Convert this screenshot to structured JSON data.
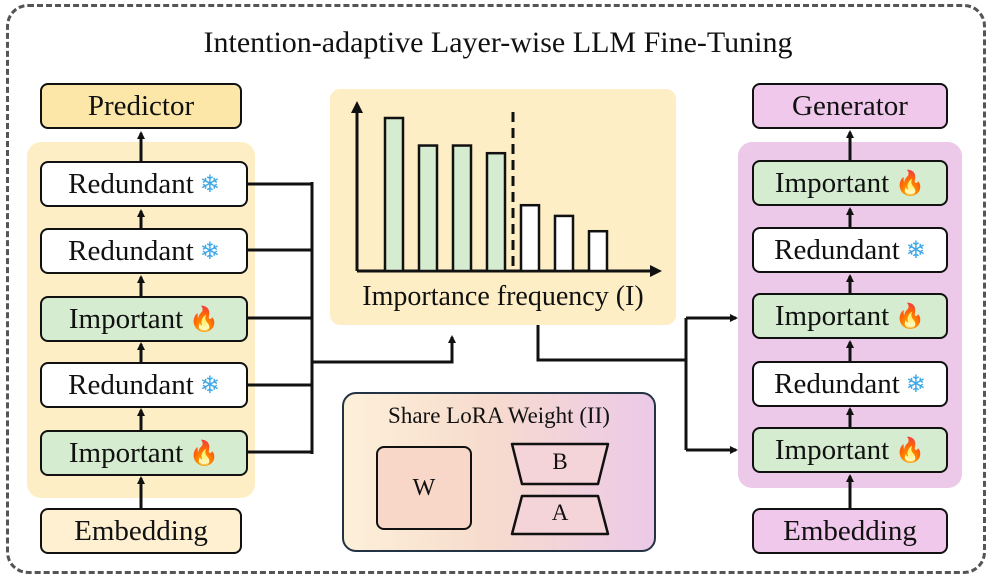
{
  "title": "Intention-adaptive Layer-wise LLM Fine-Tuning",
  "left": {
    "head": "Predictor",
    "layers": [
      {
        "label": "Redundant",
        "state": "frozen",
        "icon": "snowflake-icon"
      },
      {
        "label": "Redundant",
        "state": "frozen",
        "icon": "snowflake-icon"
      },
      {
        "label": "Important",
        "state": "trainable",
        "icon": "fire-icon"
      },
      {
        "label": "Redundant",
        "state": "frozen",
        "icon": "snowflake-icon"
      },
      {
        "label": "Important",
        "state": "trainable",
        "icon": "fire-icon"
      }
    ],
    "base": "Embedding"
  },
  "right": {
    "head": "Generator",
    "layers": [
      {
        "label": "Important",
        "state": "trainable",
        "icon": "fire-icon"
      },
      {
        "label": "Redundant",
        "state": "frozen",
        "icon": "snowflake-icon"
      },
      {
        "label": "Important",
        "state": "trainable",
        "icon": "fire-icon"
      },
      {
        "label": "Redundant",
        "state": "frozen",
        "icon": "snowflake-icon"
      },
      {
        "label": "Important",
        "state": "trainable",
        "icon": "fire-icon"
      }
    ],
    "base": "Embedding"
  },
  "chart": {
    "caption": "Importance frequency (I)",
    "bars": [
      {
        "value": 1.0,
        "important": true
      },
      {
        "value": 0.82,
        "important": true
      },
      {
        "value": 0.82,
        "important": true
      },
      {
        "value": 0.77,
        "important": true
      },
      {
        "value": 0.43,
        "important": false
      },
      {
        "value": 0.36,
        "important": false
      },
      {
        "value": 0.26,
        "important": false
      }
    ],
    "threshold_after_bar": 4
  },
  "lora": {
    "title": "Share LoRA Weight (II)",
    "w": "W",
    "b": "B",
    "a": "A"
  },
  "colors": {
    "important_fill": "#d5ecd1",
    "redundant_fill": "#ffffff",
    "predictor_fill": "#fde7a8",
    "generator_fill": "#f0c8ec",
    "left_group_bg": "#fdeec6",
    "right_group_bg": "#ecc9e8",
    "snowflake": "#3ea8e8",
    "fire": "#f0511a"
  }
}
